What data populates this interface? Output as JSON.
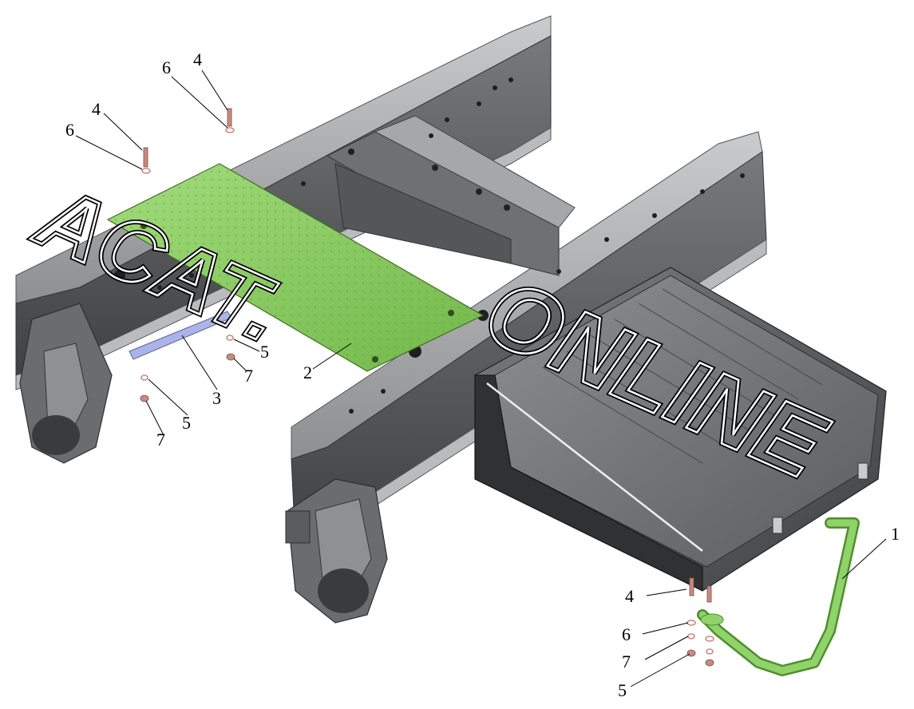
{
  "callouts": {
    "c1": "1",
    "c2": "2",
    "c3": "3",
    "c4a": "4",
    "c4b": "4",
    "c4c": "4",
    "c5a": "5",
    "c5b": "5",
    "c5c": "5",
    "c6a": "6",
    "c6b": "6",
    "c6c": "6",
    "c7a": "7",
    "c7b": "7",
    "c7c": "7"
  },
  "watermark": {
    "line1": "ACAT.",
    "line2": "ONLINE"
  },
  "colors": {
    "frame": "#9a9c9e",
    "frame_dark": "#4a4c4e",
    "green_part": "#8fd36a",
    "blue_strip": "#aab4e6",
    "fastener": "#c98b80",
    "box": "#5f6163"
  }
}
